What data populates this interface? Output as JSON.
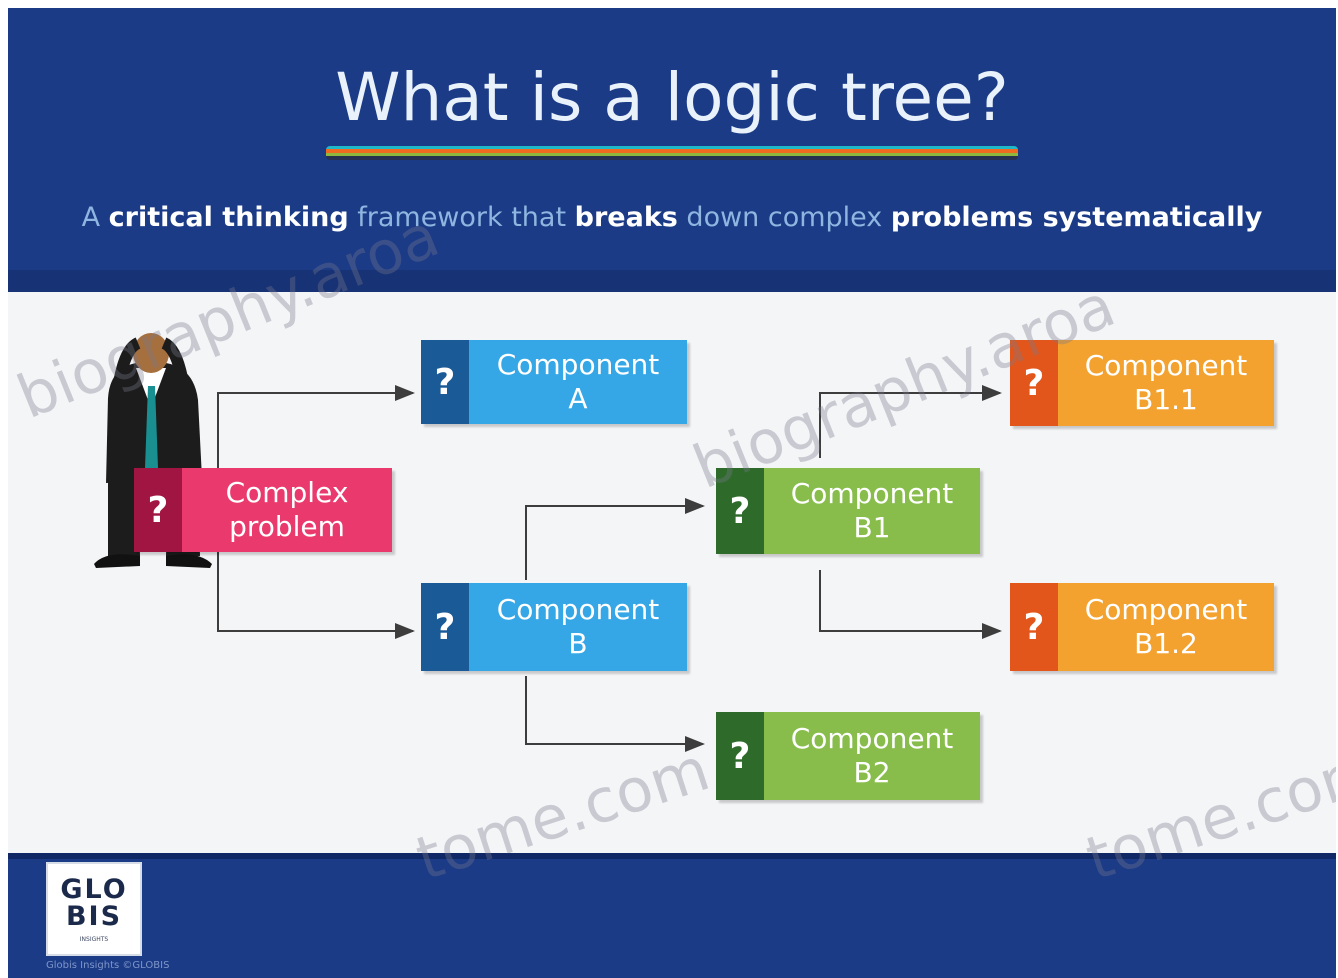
{
  "header": {
    "title": "What is a logic tree?",
    "subtitle_parts": [
      {
        "text": "A ",
        "bold": false
      },
      {
        "text": "critical thinking",
        "bold": true
      },
      {
        "text": " framework that ",
        "bold": false
      },
      {
        "text": "breaks",
        "bold": true
      },
      {
        "text": " down complex ",
        "bold": false
      },
      {
        "text": "problems systematically",
        "bold": true
      }
    ]
  },
  "diagram": {
    "question_mark": "?",
    "nodes": {
      "root": {
        "label": "Complex\nproblem",
        "q_color": "#a01542",
        "body_color": "#ea3a6d"
      },
      "a": {
        "label": "Component\nA",
        "q_color": "#1a5a97",
        "body_color": "#35a7e6"
      },
      "b": {
        "label": "Component\nB",
        "q_color": "#1a5a97",
        "body_color": "#35a7e6"
      },
      "b1": {
        "label": "Component\nB1",
        "q_color": "#2e6b2a",
        "body_color": "#88bd4c"
      },
      "b2": {
        "label": "Component\nB2",
        "q_color": "#2e6b2a",
        "body_color": "#88bd4c"
      },
      "b11": {
        "label": "Component\nB1.1",
        "q_color": "#e2561b",
        "body_color": "#f3a22f"
      },
      "b12": {
        "label": "Component\nB1.2",
        "q_color": "#e2561b",
        "body_color": "#f3a22f"
      }
    }
  },
  "footer": {
    "logo_text": "GLOBIS",
    "logo_sub": "INSIGHTS",
    "caption": "Globis Insights ©GLOBIS"
  },
  "watermarks": [
    "biography.aroa",
    "biography.aroa",
    "tome.com",
    "tome.com"
  ]
}
